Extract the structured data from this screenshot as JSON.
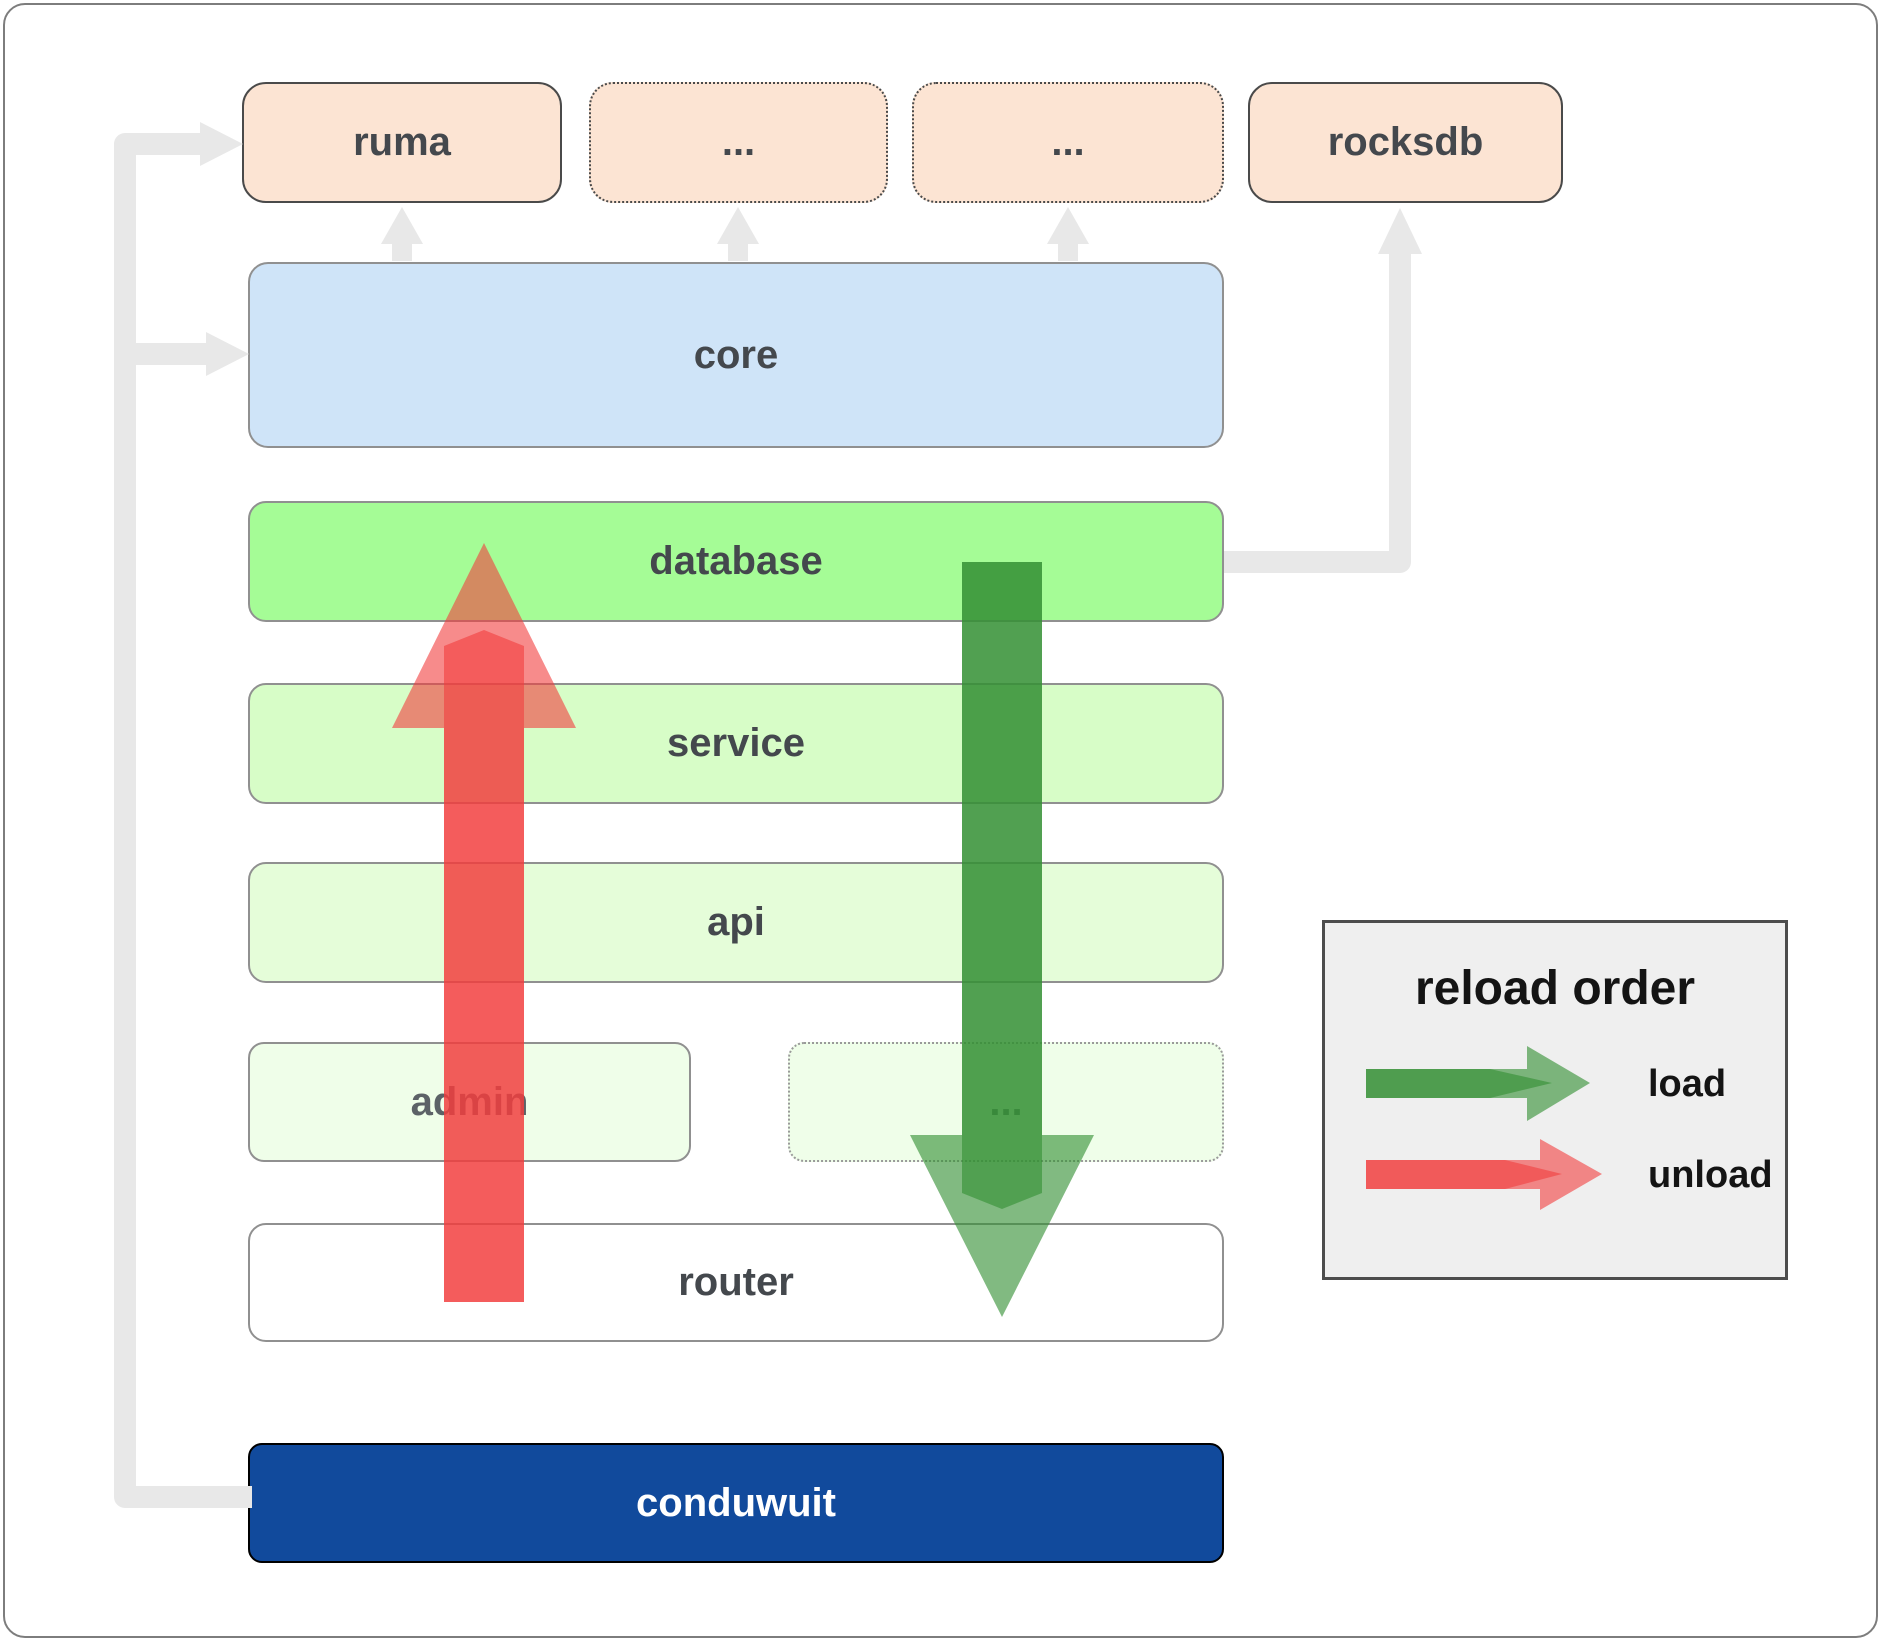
{
  "nodes": {
    "ruma": "ruma",
    "deps_more_1": "...",
    "deps_more_2": "...",
    "rocksdb": "rocksdb",
    "core": "core",
    "database": "database",
    "service": "service",
    "api": "api",
    "admin": "admin",
    "admin_more": "...",
    "router": "router",
    "conduwuit": "conduwuit"
  },
  "legend": {
    "title": "reload order",
    "load_label": "load",
    "unload_label": "unload"
  },
  "colors": {
    "peach": "#fce4d3",
    "core_blue": "#cfe4f8",
    "database_green": "#a5fc96",
    "service_green": "#d7fdc7",
    "api_green": "#e5fdd9",
    "admin_green": "#effee9",
    "router_white": "#ffffff",
    "conduwuit_navy": "#114a9c",
    "legend_bg": "#efefef",
    "connector_gray": "#e8e8e8",
    "load_arrow": "#348f34",
    "unload_arrow": "#f13e3e"
  }
}
